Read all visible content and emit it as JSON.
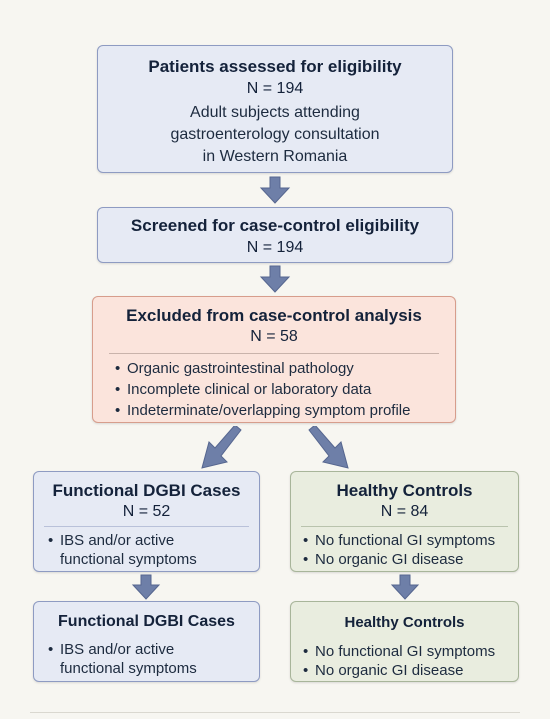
{
  "eligibility": {
    "title": "Patients assessed for eligibility",
    "n": "N = 194",
    "desc": [
      "Adult subjects attending",
      "gastroenterology consultation",
      "in Western Romania"
    ]
  },
  "screened": {
    "title": "Screened for case-control eligibility",
    "n": "N = 194"
  },
  "excluded": {
    "title": "Excluded from case-control analysis",
    "n": "N = 58",
    "items": [
      "Organic gastrointestinal pathology",
      "Incomplete clinical or laboratory data",
      "Indeterminate/overlapping symptom profile"
    ]
  },
  "cases": {
    "title": "Functional DGBI Cases",
    "n": "N = 52",
    "items": [
      "IBS and/or active functional symptoms"
    ]
  },
  "controls": {
    "title": "Healthy Controls",
    "n": "N = 84",
    "items": [
      "No functional GI symptoms",
      "No organic GI disease"
    ]
  },
  "cases_final": {
    "title": "Functional DGBI Cases",
    "items": [
      "IBS and/or active functional symptoms"
    ]
  },
  "controls_final": {
    "title": "Healthy Controls",
    "items": [
      "No functional GI symptoms",
      "No organic GI disease"
    ]
  },
  "colors": {
    "blue_fill": "#e6eaf4",
    "red_fill": "#fbe4dc",
    "green_fill": "#e9eddf",
    "arrow": "#6e7fa8"
  },
  "icons": [
    "down-arrow-icon",
    "diagonal-arrow-icon"
  ]
}
